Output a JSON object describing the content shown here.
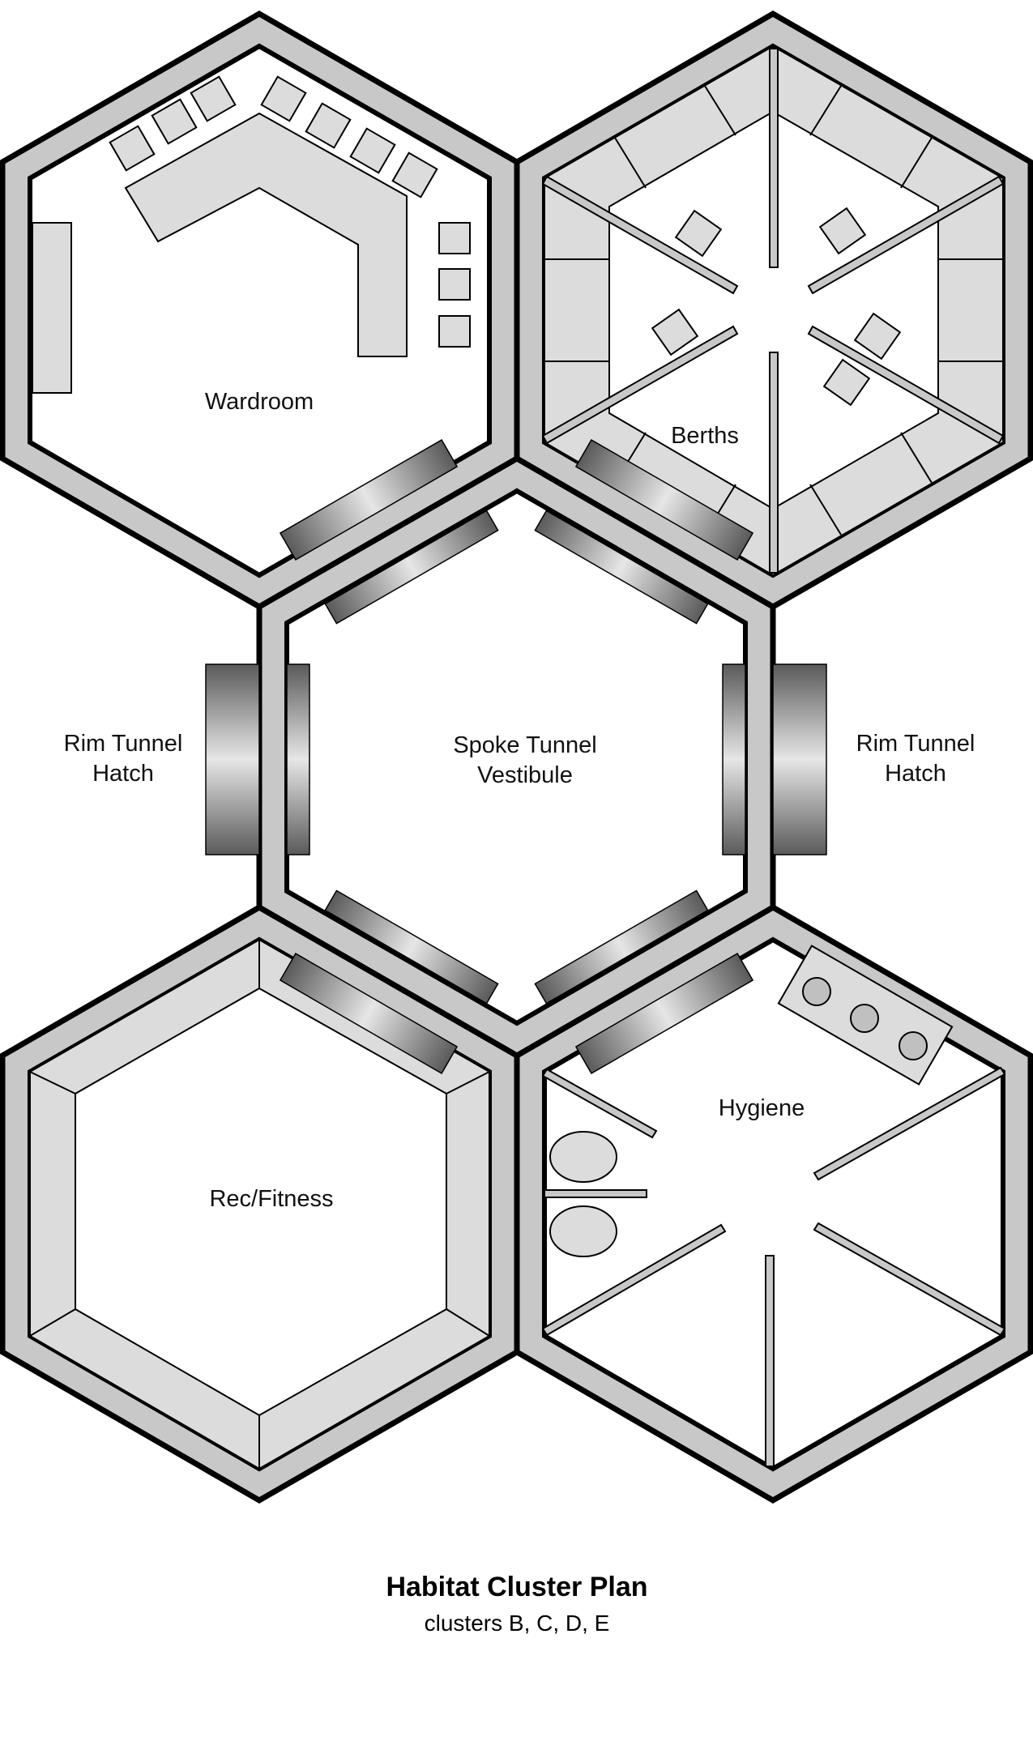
{
  "modules": {
    "wardroom": {
      "label": "Wardroom"
    },
    "berths": {
      "label": "Berths"
    },
    "vestibule": {
      "label_line1": "Spoke Tunnel",
      "label_line2": "Vestibule"
    },
    "rec": {
      "label": "Rec/Fitness"
    },
    "hygiene": {
      "label": "Hygiene"
    }
  },
  "hatches": {
    "left": {
      "line1": "Rim Tunnel",
      "line2": "Hatch"
    },
    "right": {
      "line1": "Rim Tunnel",
      "line2": "Hatch"
    }
  },
  "caption": {
    "title": "Habitat Cluster Plan",
    "subtitle": "clusters B, C, D, E"
  },
  "colors": {
    "wall_fill": "#c8c8c8",
    "outline": "#000000",
    "furniture": "#dcdcdc",
    "hatch_dark": "#5a5a5a",
    "hatch_light": "#e6e6e6"
  }
}
